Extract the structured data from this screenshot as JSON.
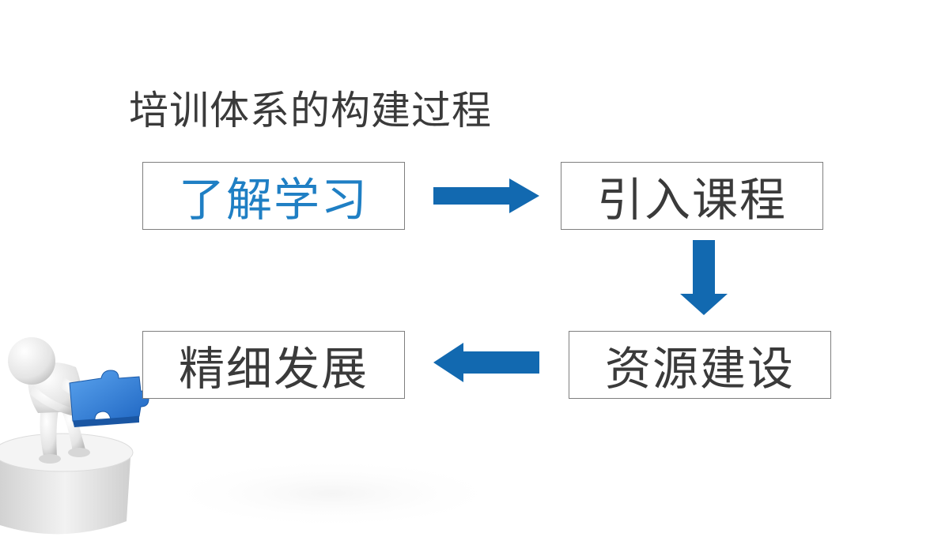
{
  "slide": {
    "title": "培训体系的构建过程"
  },
  "steps": [
    {
      "label": "了解学习"
    },
    {
      "label": "引入课程"
    },
    {
      "label": "资源建设"
    },
    {
      "label": "精细发展"
    }
  ],
  "colors": {
    "arrow": "#1269b0",
    "highlight_text": "#1f7fc4",
    "text": "#3a3a3a",
    "border": "#7f7f7f",
    "puzzle": "#2f7fd6"
  },
  "decoration": {
    "figure_icon": "person-holding-puzzle-piece-icon"
  }
}
